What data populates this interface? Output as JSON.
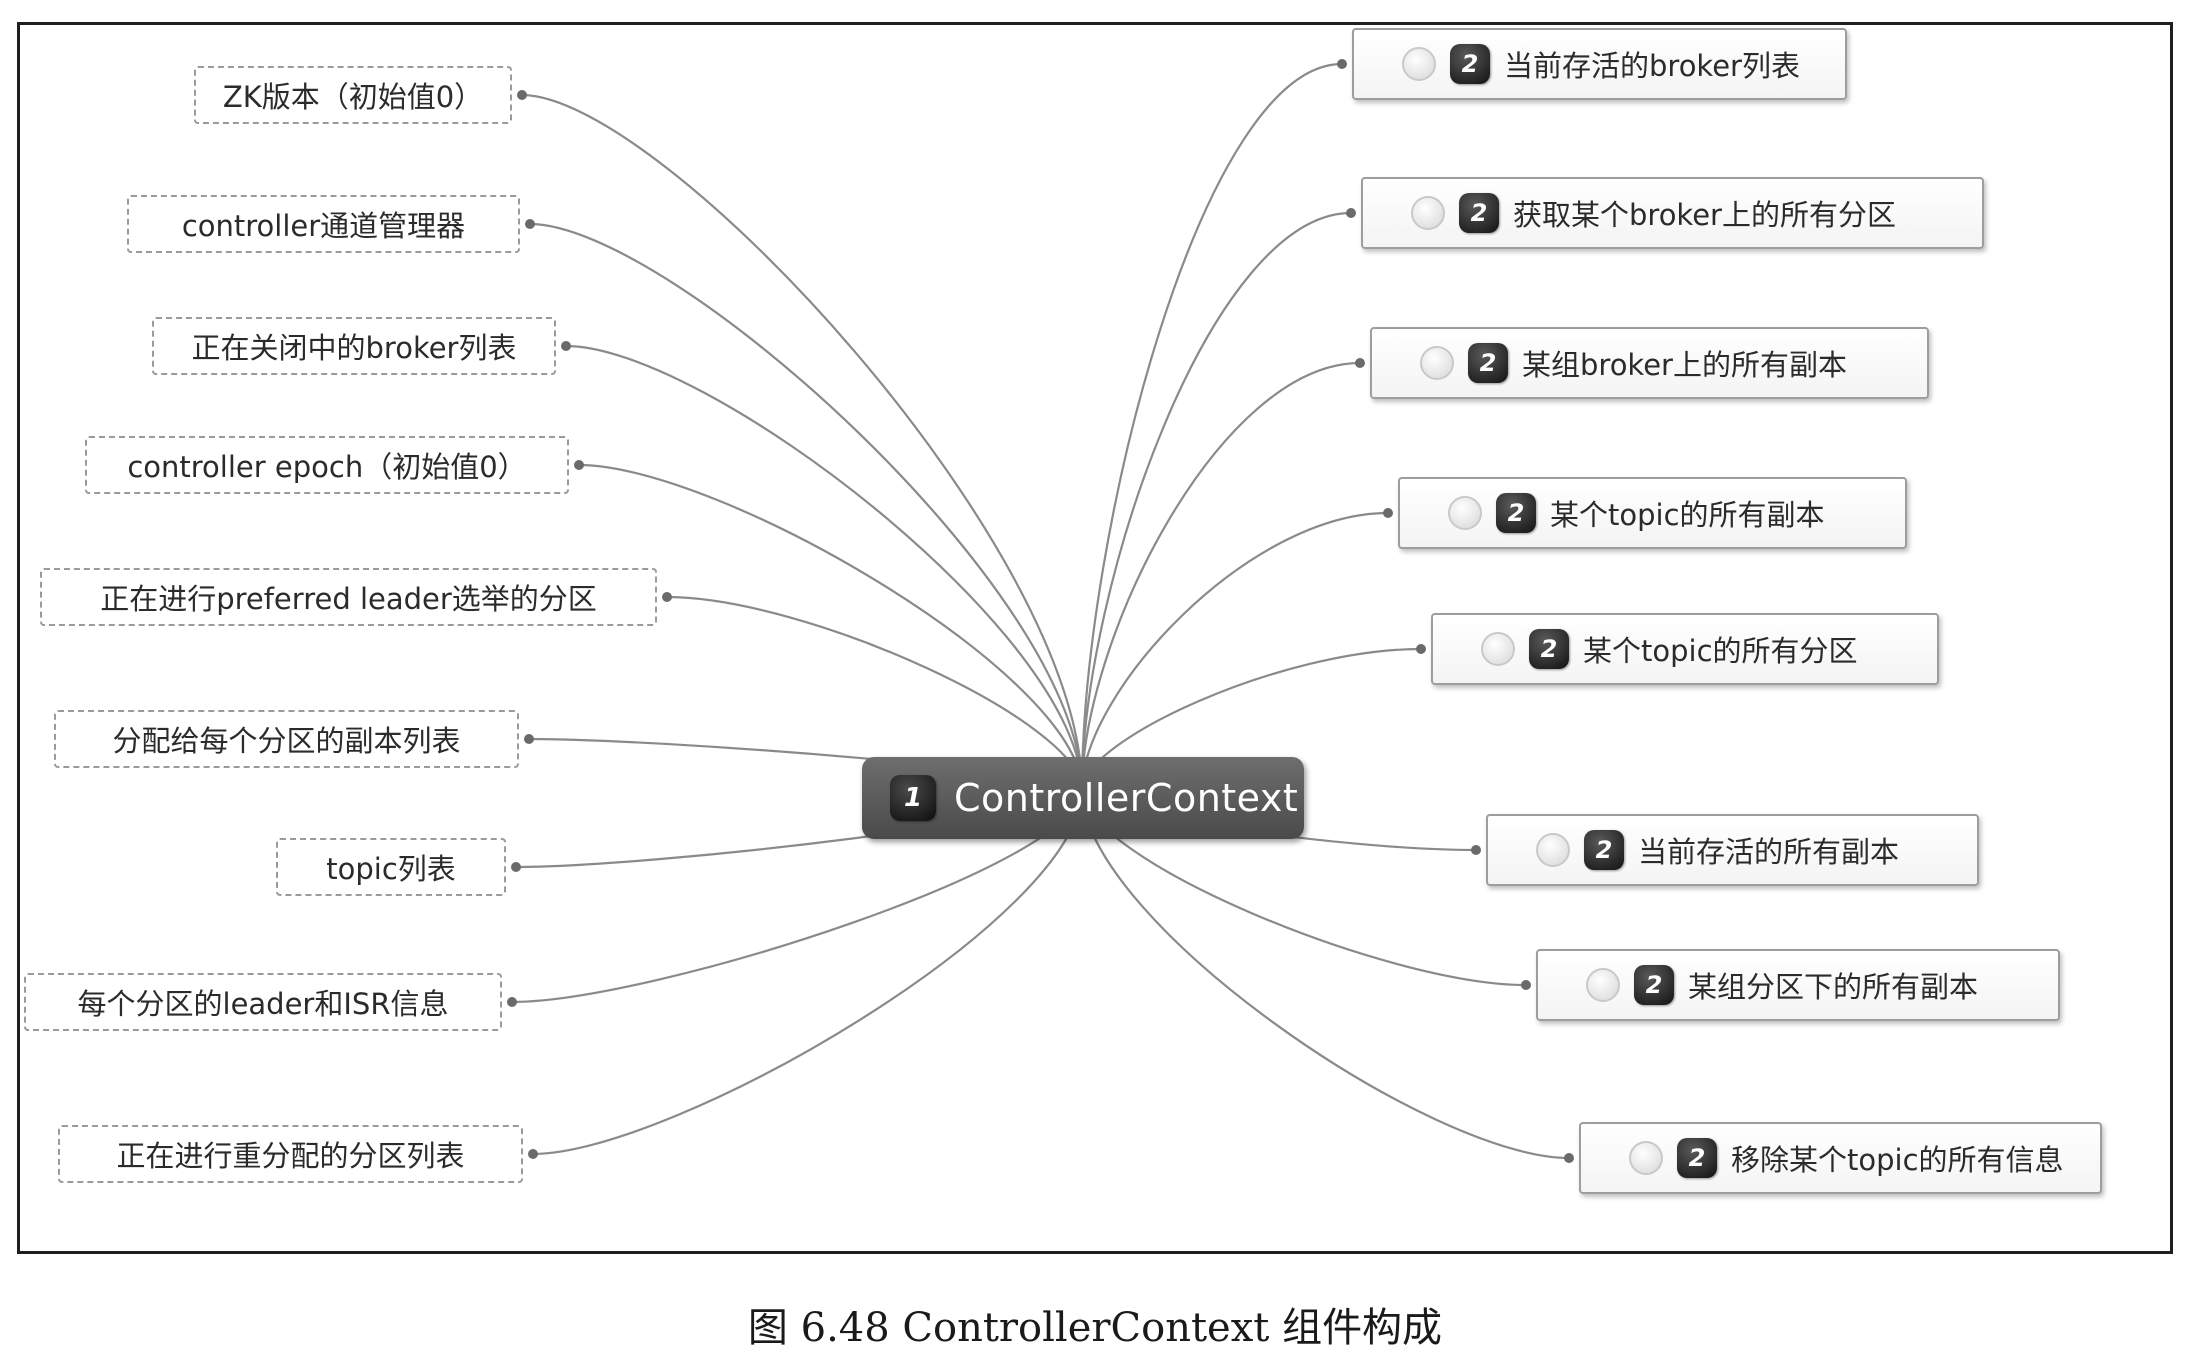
{
  "root": {
    "priority": "1",
    "label": "ControllerContext"
  },
  "left_nodes": [
    "ZK版本（初始值0）",
    "controller通道管理器",
    "正在关闭中的broker列表",
    "controller epoch（初始值0）",
    "正在进行preferred leader选举的分区",
    "分配给每个分区的副本列表",
    "topic列表",
    "每个分区的leader和ISR信息",
    "正在进行重分配的分区列表"
  ],
  "right_nodes": [
    {
      "priority": "2",
      "label": "当前存活的broker列表"
    },
    {
      "priority": "2",
      "label": "获取某个broker上的所有分区"
    },
    {
      "priority": "2",
      "label": "某组broker上的所有副本"
    },
    {
      "priority": "2",
      "label": "某个topic的所有副本"
    },
    {
      "priority": "2",
      "label": "某个topic的所有分区"
    },
    {
      "priority": "2",
      "label": "当前存活的所有副本"
    },
    {
      "priority": "2",
      "label": "某组分区下的所有副本"
    },
    {
      "priority": "2",
      "label": "移除某个topic的所有信息"
    }
  ],
  "caption": "图 6.48    ControllerContext 组件构成",
  "colors": {
    "edge": "#8a8a8a",
    "root_fill": "#5c5c5c",
    "frame": "#1f1f1f"
  }
}
